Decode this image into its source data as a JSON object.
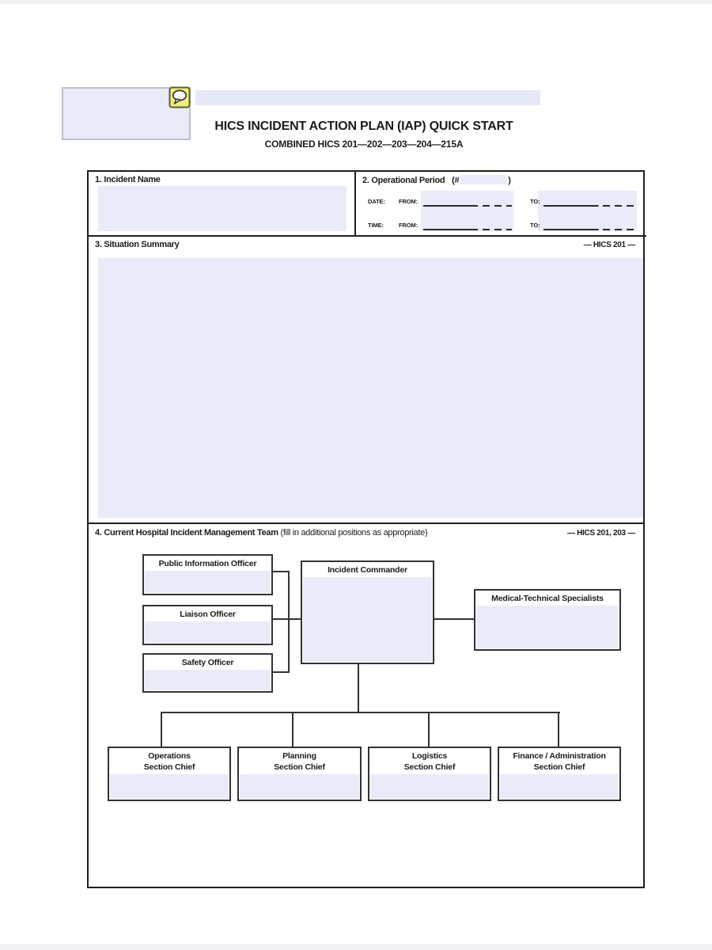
{
  "header": {
    "title": "HICS INCIDENT ACTION PLAN (IAP) QUICK START",
    "subtitle": "COMBINED HICS 201—202—203—204—215A"
  },
  "icons": {
    "annotation": "comment-speech-bubble"
  },
  "colors": {
    "field_fill": "#e9ecf8",
    "annotation_yellow": "#f2ee7c",
    "border_dark": "#1f1f1f"
  },
  "sections": {
    "incident_name": {
      "label": "1. Incident Name"
    },
    "operational_period": {
      "label": "2. Operational Period",
      "hash_prefix": "(#",
      "close_paren": ")",
      "date_label": "DATE:",
      "time_label": "TIME:",
      "from_label": "FROM:",
      "to_label": "TO:"
    },
    "situation_summary": {
      "label": "3. Situation Summary",
      "ref": "— HICS 201 —"
    },
    "team": {
      "label": "4. Current Hospital Incident Management Team",
      "note": "(fill in additional positions as appropriate)",
      "ref": "— HICS 201, 203 —"
    }
  },
  "org": {
    "incident_commander": "Incident Commander",
    "public_information_officer": "Public Information Officer",
    "liaison_officer": "Liaison Officer",
    "safety_officer": "Safety Officer",
    "medical_technical_specialists": "Medical-Technical Specialists",
    "chiefs": [
      {
        "line1": "Operations",
        "line2": "Section Chief"
      },
      {
        "line1": "Planning",
        "line2": "Section Chief"
      },
      {
        "line1": "Logistics",
        "line2": "Section Chief"
      },
      {
        "line1": "Finance / Administration",
        "line2": "Section Chief"
      }
    ]
  }
}
